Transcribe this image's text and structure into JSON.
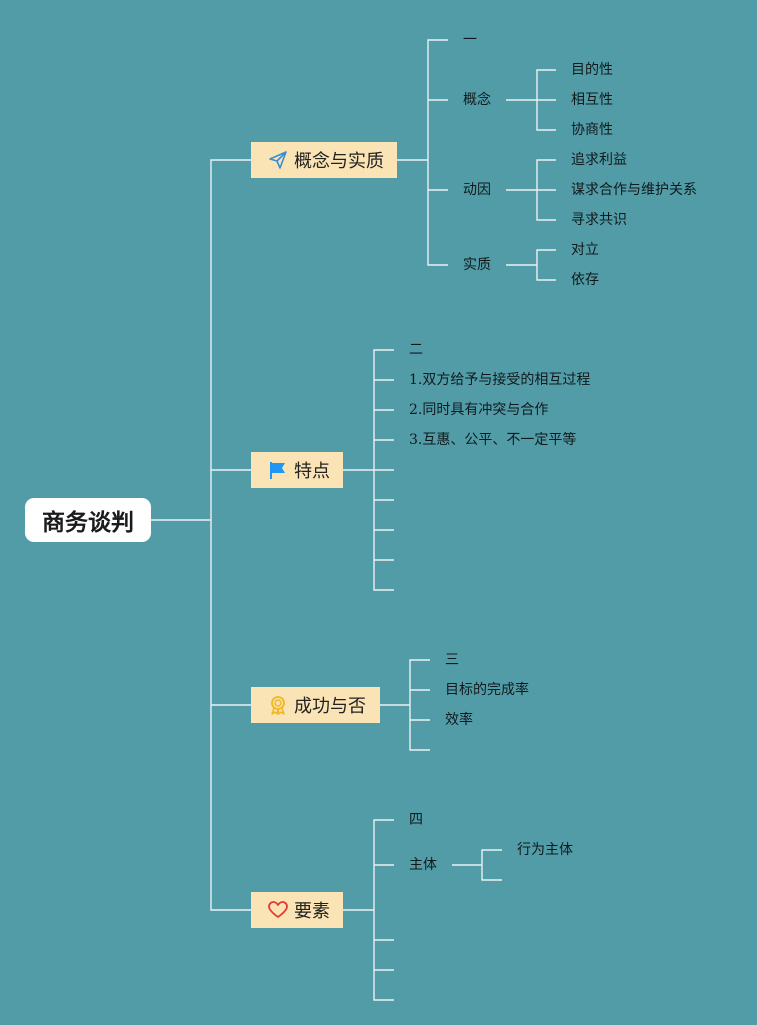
{
  "root": {
    "label": "商务谈判"
  },
  "branches": [
    {
      "label": "概念与实质",
      "icon": "paper-plane-icon",
      "children": [
        {
          "label": "一"
        },
        {
          "label": "概念",
          "children": [
            "目的性",
            "相互性",
            "协商性"
          ]
        },
        {
          "label": "动因",
          "children": [
            "追求利益",
            "谋求合作与维护关系",
            "寻求共识"
          ]
        },
        {
          "label": "实质",
          "children": [
            "对立",
            "依存"
          ]
        }
      ]
    },
    {
      "label": "特点",
      "icon": "flag-icon",
      "children": [
        "二",
        "1.双方给予与接受的相互过程",
        "2.同时具有冲突与合作",
        "3.互惠、公平、不一定平等",
        "",
        "",
        "",
        "",
        ""
      ]
    },
    {
      "label": "成功与否",
      "icon": "award-ribbon-icon",
      "children": [
        "三",
        "目标的完成率",
        "效率",
        ""
      ]
    },
    {
      "label": "要素",
      "icon": "heart-icon",
      "children": [
        {
          "label": "四"
        },
        {
          "label": "主体",
          "children": [
            "行为主体",
            ""
          ]
        },
        {
          "label": ""
        },
        {
          "label": ""
        },
        {
          "label": ""
        }
      ]
    }
  ],
  "colors": {
    "background": "#529ca8",
    "connector": "#e9f1f2",
    "branch_fill": "#fae3b4",
    "root_fill": "#ffffff",
    "plane_icon": "#3a8fd0",
    "flag_icon": "#2196f3",
    "award_icon": "#f2b61f",
    "heart_icon": "#e53935"
  }
}
